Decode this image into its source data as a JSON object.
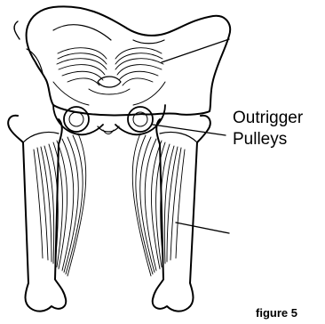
{
  "labels": {
    "outrigger_line1": "Outrigger",
    "outrigger_line2": "Pulleys",
    "figure": "figure 5"
  },
  "colors": {
    "ink": "#000000",
    "background": "#ffffff"
  }
}
